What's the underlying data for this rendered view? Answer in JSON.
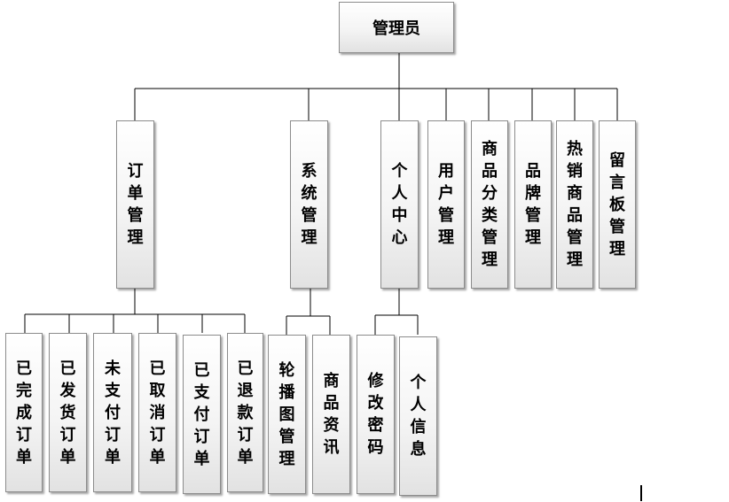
{
  "root": {
    "label": "管理员"
  },
  "level1": [
    {
      "id": "order",
      "label": "订单管理"
    },
    {
      "id": "system",
      "label": "系统管理"
    },
    {
      "id": "personal",
      "label": "个人中心"
    },
    {
      "id": "user",
      "label": "用户管理"
    },
    {
      "id": "category",
      "label": "商品分类管理"
    },
    {
      "id": "brand",
      "label": "品牌管理"
    },
    {
      "id": "hot",
      "label": "热销商品管理"
    },
    {
      "id": "message",
      "label": "留言板管理"
    }
  ],
  "level2": {
    "order": [
      "已完成订单",
      "已发货订单",
      "未支付订单",
      "已取消订单",
      "已支付订单",
      "已退款订单"
    ],
    "system": [
      "轮播图管理",
      "商品资讯"
    ],
    "personal": [
      "修改密码",
      "个人信息"
    ]
  }
}
